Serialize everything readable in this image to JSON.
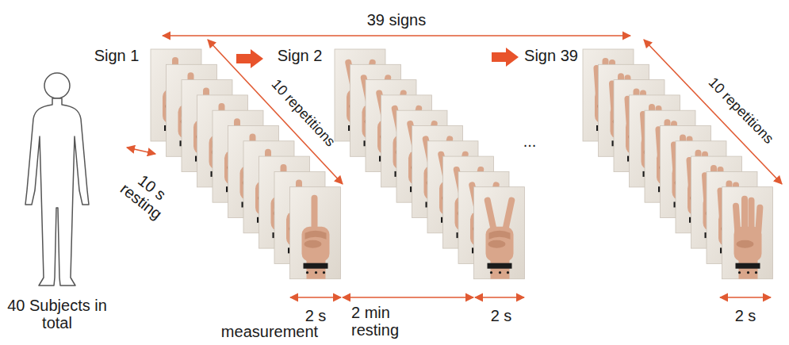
{
  "diagram": {
    "labels": [
      "39 signs",
      "Sign 1",
      "10 repetitions",
      "Sign 2",
      "...",
      "Sign 39",
      "10 repetitions",
      "10 s resting",
      "40 Subjects in total",
      "2 s",
      "measurement",
      "2 min resting",
      "2 s",
      "2 s"
    ]
  }
}
